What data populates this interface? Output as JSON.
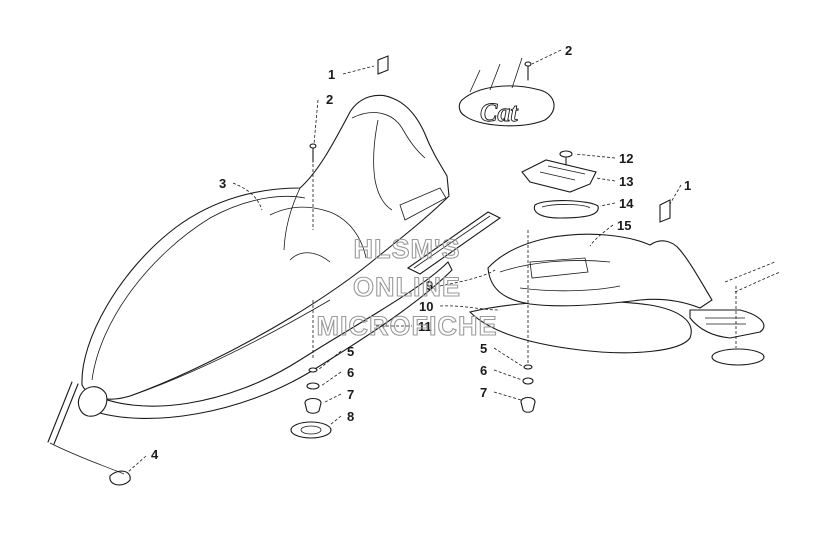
{
  "diagram": {
    "callouts": {
      "c1a": "1",
      "c2a": "2",
      "c3": "3",
      "c4": "4",
      "c5a": "5",
      "c6a": "6",
      "c7a": "7",
      "c8": "8",
      "c9": "9",
      "c10": "10",
      "c11": "11",
      "c2b": "2",
      "c12": "12",
      "c13": "13",
      "c14": "14",
      "c15": "15",
      "c1b": "1",
      "c5b": "5",
      "c6b": "6",
      "c7b": "7"
    },
    "logo_text": "Cat",
    "watermark": [
      "HLSM'S",
      "ONLINE",
      "MICROFICHE"
    ]
  }
}
